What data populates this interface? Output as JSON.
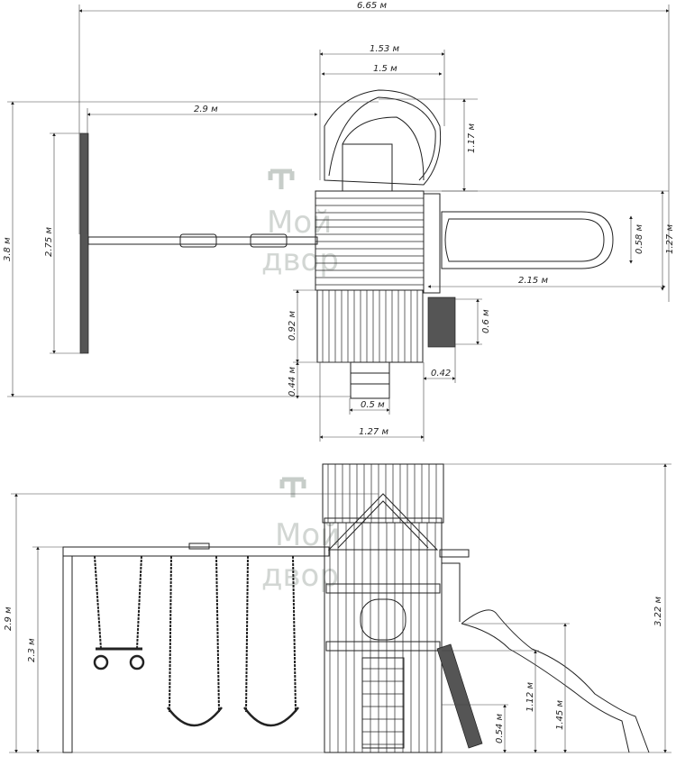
{
  "watermark": {
    "line1": "Мой",
    "line2": "двор"
  },
  "top_view": {
    "overall_width": "6.65 м",
    "tube_slide_outer_width": "1.53 м",
    "tube_slide_width": "1.5 м",
    "swing_beam_length": "2.9 м",
    "tube_slide_depth": "1.17 м",
    "overall_depth": "3.8 м",
    "swing_frame_width": "2.75 м",
    "slide_width": "0.58 м",
    "tower_depth": "1.27 м",
    "slide_length": "2.15 м",
    "deck_depth": "0.92 м",
    "climbing_wall_width": "0.6 м",
    "ladder_depth": "0.44 м",
    "climbing_wall_offset": "0.42",
    "ladder_width": "0.5 м",
    "tower_width": "1.27 м"
  },
  "side_view": {
    "swing_beam_height_total": "2.9 м",
    "swing_beam_height": "2.3 м",
    "tower_height": "3.22 м",
    "upper_deck_height": "1.12 м",
    "slide_start_height": "1.45 м",
    "lower_deck_height": "0.54 м"
  }
}
